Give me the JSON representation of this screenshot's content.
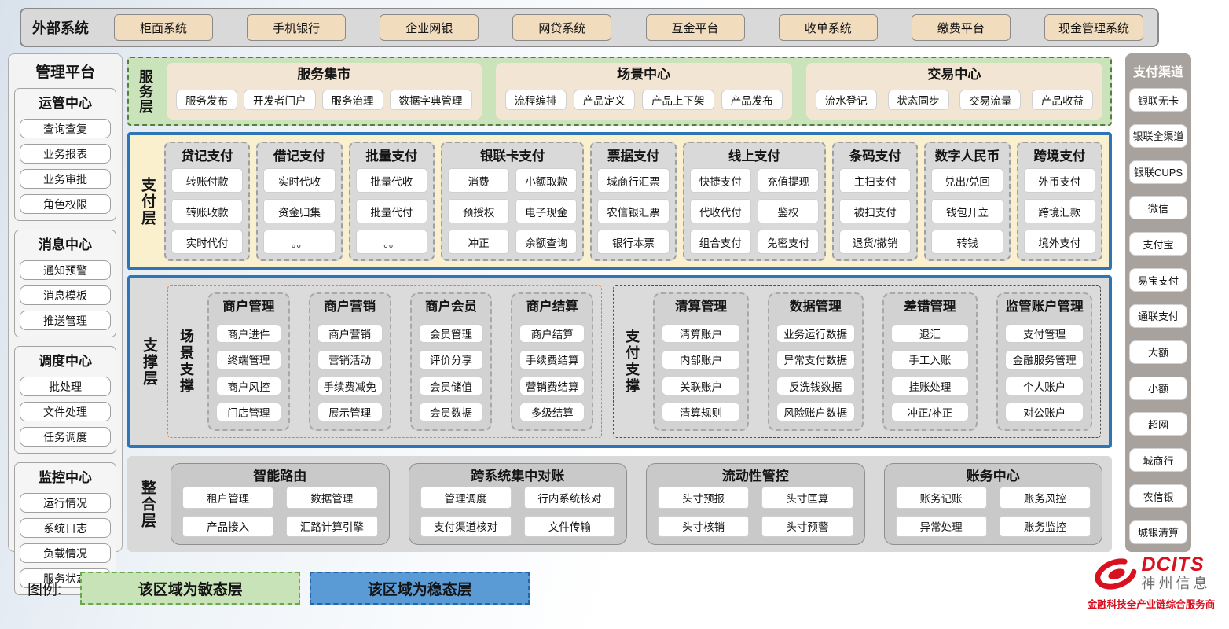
{
  "external_systems": {
    "label": "外部系统",
    "items": [
      "柜面系统",
      "手机银行",
      "企业网银",
      "网贷系统",
      "互金平台",
      "收单系统",
      "缴费平台",
      "现金管理系统"
    ]
  },
  "management_platform": {
    "title": "管理平台",
    "groups": [
      {
        "title": "运管中心",
        "items": [
          "查询查复",
          "业务报表",
          "业务审批",
          "角色权限"
        ]
      },
      {
        "title": "消息中心",
        "items": [
          "通知预警",
          "消息模板",
          "推送管理"
        ]
      },
      {
        "title": "调度中心",
        "items": [
          "批处理",
          "文件处理",
          "任务调度"
        ]
      },
      {
        "title": "监控中心",
        "items": [
          "运行情况",
          "系统日志",
          "负载情况",
          "服务状态"
        ]
      }
    ]
  },
  "service_layer": {
    "label": "服务层",
    "groups": [
      {
        "title": "服务集市",
        "items": [
          "服务发布",
          "开发者门户",
          "服务治理",
          "数据字典管理"
        ]
      },
      {
        "title": "场景中心",
        "items": [
          "流程编排",
          "产品定义",
          "产品上下架",
          "产品发布"
        ]
      },
      {
        "title": "交易中心",
        "items": [
          "流水登记",
          "状态同步",
          "交易流量",
          "产品收益"
        ]
      }
    ]
  },
  "payment_layer": {
    "label": "支付层",
    "groups": [
      {
        "title": "贷记支付",
        "cols": 1,
        "items": [
          "转账付款",
          "转账收款",
          "实时代付"
        ]
      },
      {
        "title": "借记支付",
        "cols": 1,
        "items": [
          "实时代收",
          "资金归集",
          "。。"
        ]
      },
      {
        "title": "批量支付",
        "cols": 1,
        "items": [
          "批量代收",
          "批量代付",
          "。。"
        ]
      },
      {
        "title": "银联卡支付",
        "cols": 2,
        "items": [
          "消费",
          "小额取款",
          "预授权",
          "电子现金",
          "冲正",
          "余额查询"
        ]
      },
      {
        "title": "票据支付",
        "cols": 1,
        "items": [
          "城商行汇票",
          "农信银汇票",
          "银行本票"
        ]
      },
      {
        "title": "线上支付",
        "cols": 2,
        "items": [
          "快捷支付",
          "充值提现",
          "代收代付",
          "鉴权",
          "组合支付",
          "免密支付"
        ]
      },
      {
        "title": "条码支付",
        "cols": 1,
        "items": [
          "主扫支付",
          "被扫支付",
          "退货/撤销"
        ]
      },
      {
        "title": "数字人民币",
        "cols": 1,
        "items": [
          "兑出/兑回",
          "钱包开立",
          "转钱"
        ]
      },
      {
        "title": "跨境支付",
        "cols": 1,
        "items": [
          "外币支付",
          "跨境汇款",
          "境外支付"
        ]
      }
    ]
  },
  "support_layer": {
    "label": "支撑层",
    "sections": [
      {
        "label": "场景支撑",
        "accent": "orange",
        "groups": [
          {
            "title": "商户管理",
            "items": [
              "商户进件",
              "终端管理",
              "商户风控",
              "门店管理"
            ]
          },
          {
            "title": "商户营销",
            "items": [
              "商户营销",
              "营销活动",
              "手续费减免",
              "展示管理"
            ]
          },
          {
            "title": "商户会员",
            "items": [
              "会员管理",
              "评价分享",
              "会员储值",
              "会员数据"
            ]
          },
          {
            "title": "商户结算",
            "items": [
              "商户结算",
              "手续费结算",
              "营销费结算",
              "多级结算"
            ]
          }
        ]
      },
      {
        "label": "支付支撑",
        "accent": "dark",
        "groups": [
          {
            "title": "清算管理",
            "items": [
              "清算账户",
              "内部账户",
              "关联账户",
              "清算规则"
            ]
          },
          {
            "title": "数据管理",
            "items": [
              "业务运行数据",
              "异常支付数据",
              "反洗钱数据",
              "风险账户数据"
            ]
          },
          {
            "title": "差错管理",
            "items": [
              "退汇",
              "手工入账",
              "挂账处理",
              "冲正/补正"
            ]
          },
          {
            "title": "监管账户管理",
            "items": [
              "支付管理",
              "金融服务管理",
              "个人账户",
              "对公账户"
            ]
          }
        ]
      }
    ]
  },
  "integration_layer": {
    "label": "整合层",
    "groups": [
      {
        "title": "智能路由",
        "items": [
          "租户管理",
          "数据管理",
          "产品接入",
          "汇路计算引擎"
        ]
      },
      {
        "title": "跨系统集中对账",
        "items": [
          "管理调度",
          "行内系统核对",
          "支付渠道核对",
          "文件传输"
        ]
      },
      {
        "title": "流动性管控",
        "items": [
          "头寸预报",
          "头寸匡算",
          "头寸核销",
          "头寸预警"
        ]
      },
      {
        "title": "账务中心",
        "items": [
          "账务记账",
          "账务风控",
          "异常处理",
          "账务监控"
        ]
      }
    ]
  },
  "payment_channels": {
    "title": "支付渠道",
    "items": [
      "银联无卡",
      "银联全渠道",
      "银联CUPS",
      "微信",
      "支付宝",
      "易宝支付",
      "通联支付",
      "大额",
      "小额",
      "超网",
      "城商行",
      "农信银",
      "城银清算"
    ]
  },
  "legend": {
    "label": "图例:",
    "agile": "该区域为敏态层",
    "stable": "该区域为稳态层"
  },
  "logo": {
    "brand": "DCITS",
    "company": "神州信息",
    "tagline": "金融科技全产业链综合服务商"
  },
  "colors": {
    "accent_blue_border": "#2e75b6",
    "agile_green": "#c9e3b9",
    "stable_blue": "#5b9bd5",
    "tan_button": "#f1dcbe",
    "brand_red": "#d8101f"
  }
}
